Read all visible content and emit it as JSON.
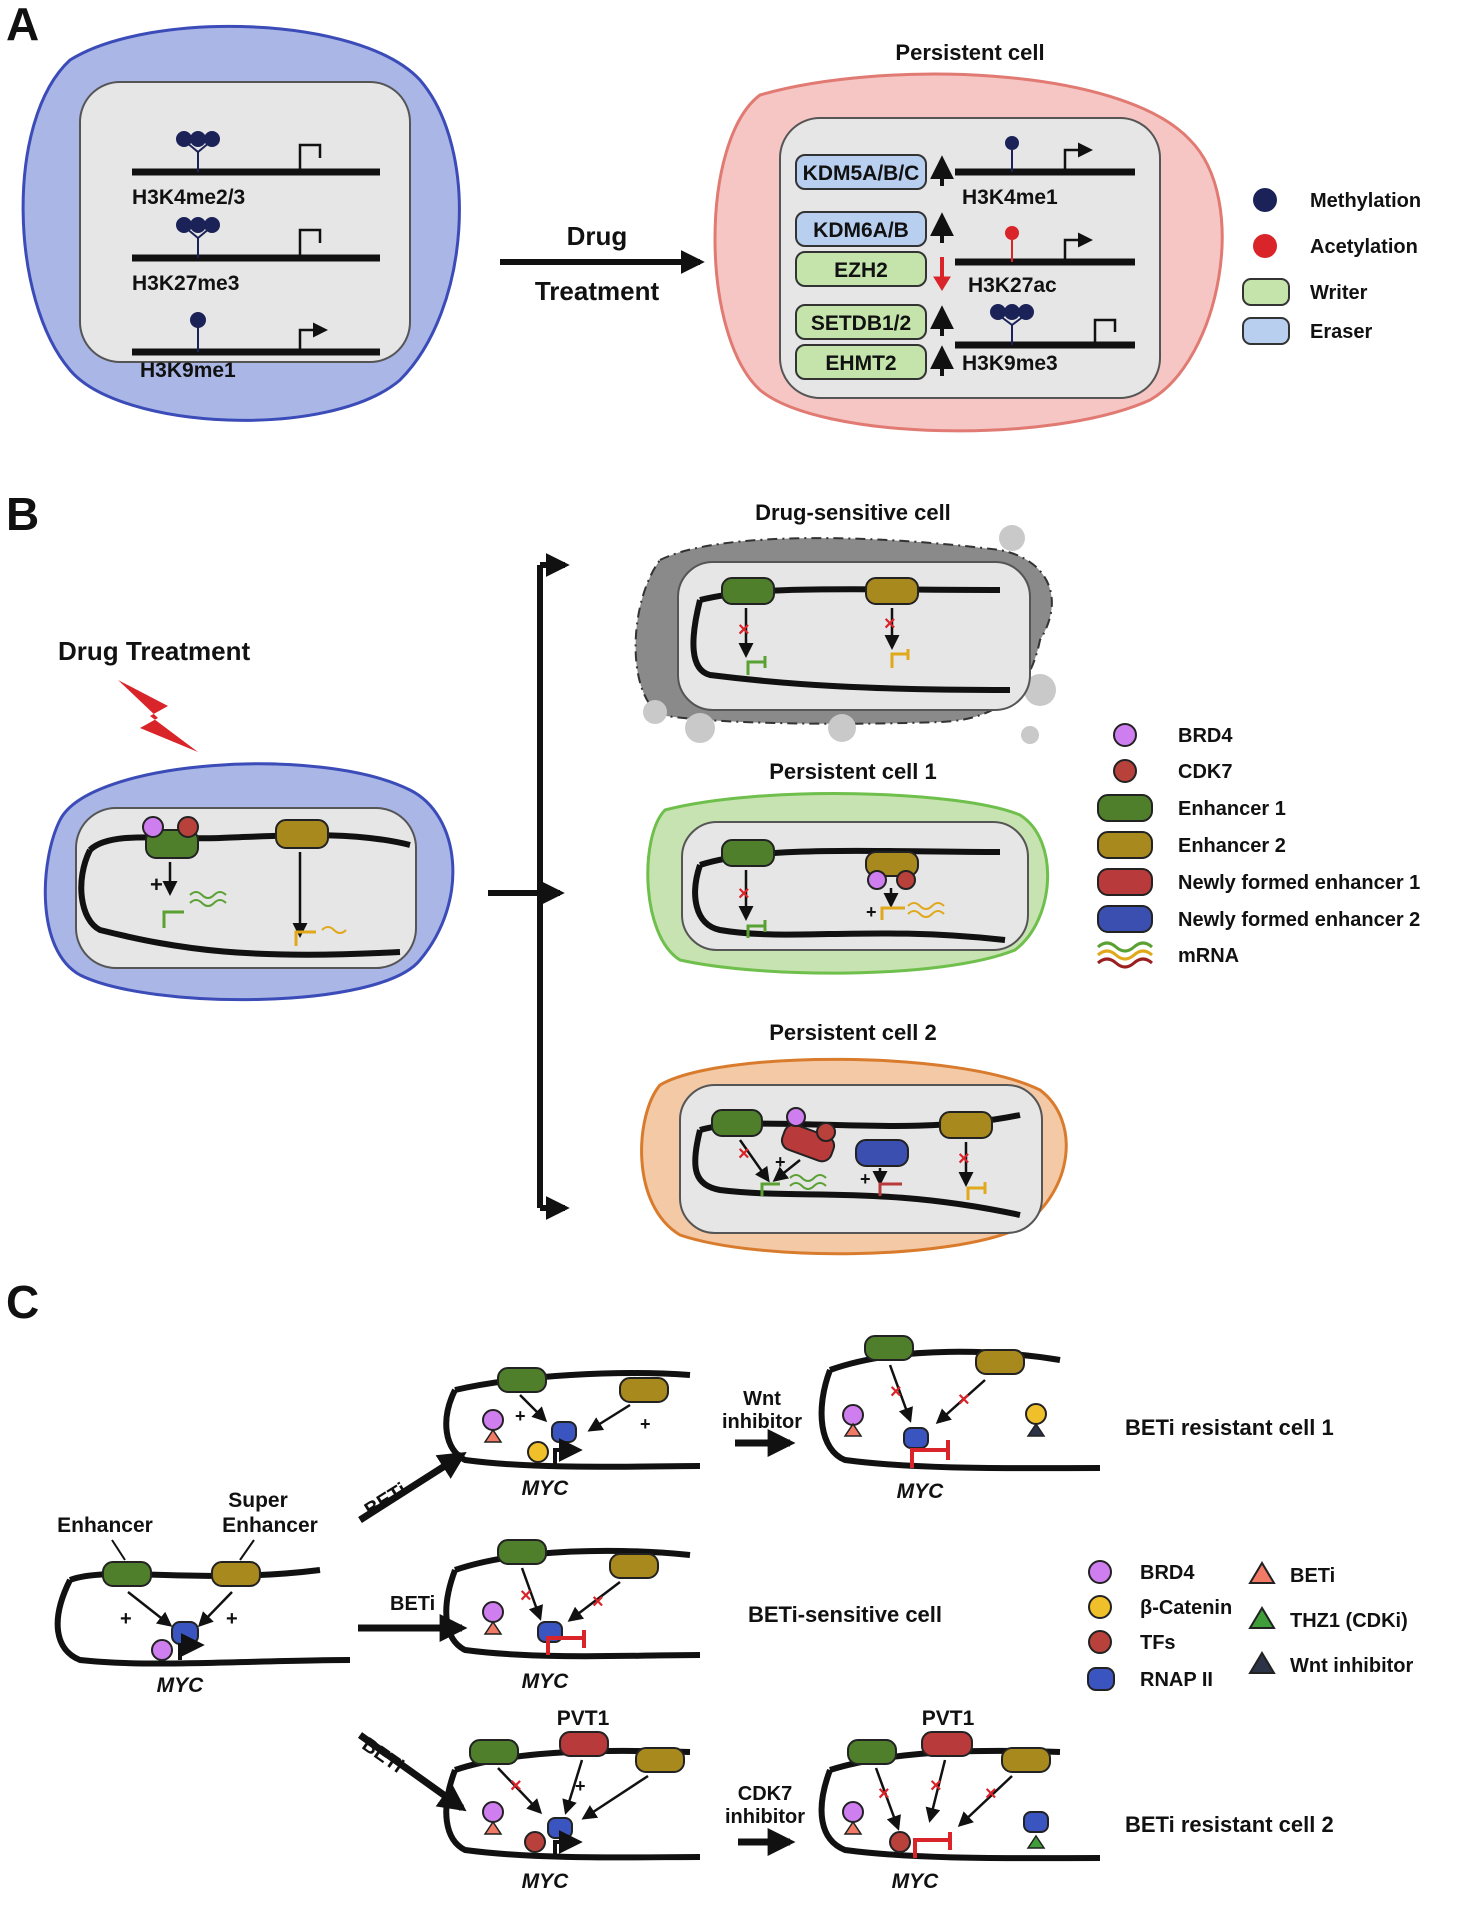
{
  "panels": {
    "a": {
      "label": "A",
      "persistent_title": "Persistent cell",
      "drug": "Drug",
      "treatment": "Treatment",
      "left_marks": [
        "H3K4me2/3",
        "H3K27me3",
        "H3K9me1"
      ],
      "right_marks": [
        "H3K4me1",
        "H3K27ac",
        "H3K9me3"
      ],
      "enzymes": [
        "KDM5A/B/C",
        "KDM6A/B",
        "EZH2",
        "SETDB1/2",
        "EHMT2"
      ],
      "legend": [
        "Methylation",
        "Acetylation",
        "Writer",
        "Eraser"
      ]
    },
    "b": {
      "label": "B",
      "drug_treatment": "Drug Treatment",
      "titles": [
        "Drug-sensitive cell",
        "Persistent cell 1",
        "Persistent cell 2"
      ],
      "legend": [
        "BRD4",
        "CDK7",
        "Enhancer 1",
        "Enhancer 2",
        "Newly formed enhancer 1",
        "Newly formed enhancer 2",
        "mRNA"
      ]
    },
    "c": {
      "label": "C",
      "enhancer": "Enhancer",
      "super": "Super",
      "super_enhancer": "Enhancer",
      "gene": "MYC",
      "beti": "BETi",
      "pvt1": "PVT1",
      "wnt1": "Wnt",
      "wnt2": "inhibitor",
      "cdk1": "CDK7",
      "cdk2": "inhibitor",
      "results": [
        "BETi resistant cell 1",
        "BETi-sensitive cell",
        "BETi resistant cell 2"
      ],
      "legend_circles": [
        "BRD4",
        "β-Catenin",
        "TFs",
        "RNAP II"
      ],
      "legend_triangles": [
        "BETi",
        "THZ1 (CDKi)",
        "Wnt inhibitor"
      ]
    }
  },
  "colors": {
    "blue_cell": "#a9b6e6",
    "red_cell": "#f6c6c4",
    "green_cell": "#c7e3b1",
    "orange_cell": "#f3c9a6",
    "gray_cell": "#8a8a8a",
    "nucleus": "#e6e6e6",
    "enhancer1": "#4f7f2a",
    "enhancer2": "#a8891e",
    "new_enh1": "#b83a3a",
    "new_enh2": "#3b4fb0",
    "brd4": "#cf7ef0",
    "cdk7": "#b8413b",
    "beta_catenin": "#f0c02a",
    "rnap": "#3a55c0",
    "methyl": "#1b2257",
    "acetyl": "#d9242a"
  }
}
